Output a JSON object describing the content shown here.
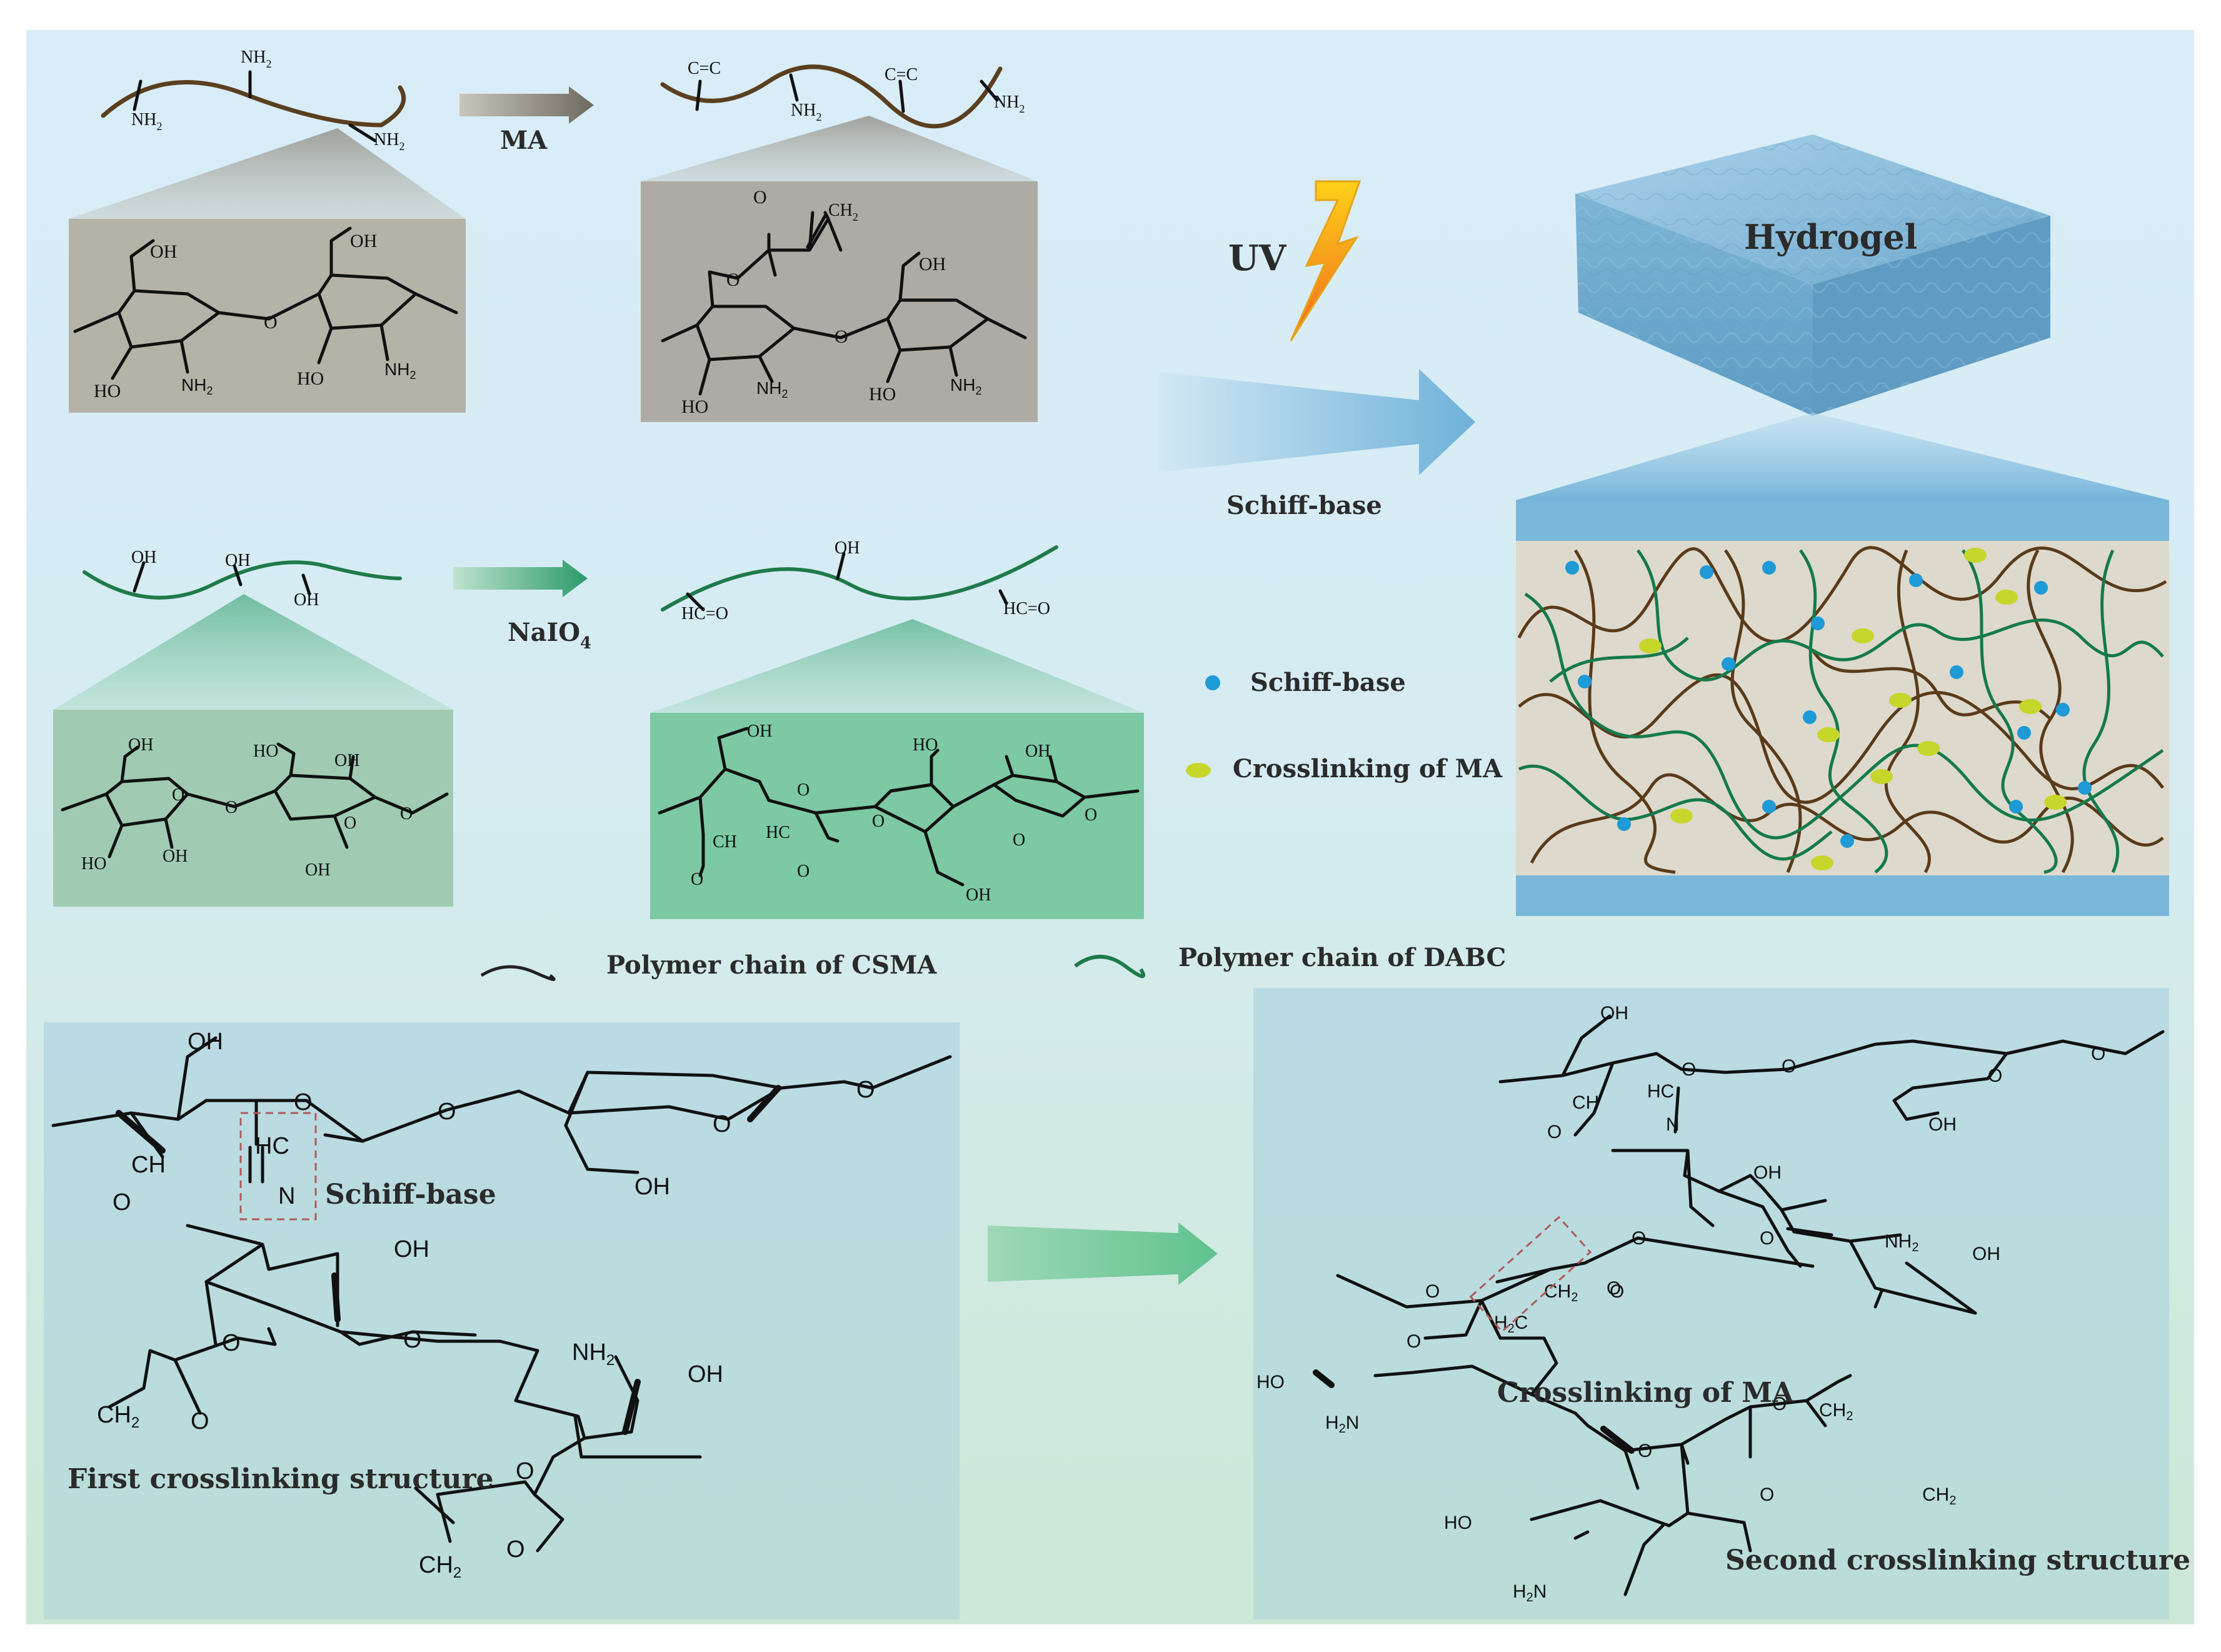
{
  "labels": {
    "ma_arrow": "MA",
    "naio4_arrow_main": "NaIO",
    "naio4_arrow_sub": "4",
    "uv": "UV",
    "schiff_base_arrow": "Schiff-base",
    "hydrogel": "Hydrogel",
    "legend_schiff": "Schiff-base",
    "legend_ma": "Crosslinking of MA",
    "chain_csma": "Polymer chain of CSMA",
    "chain_dabc": "Polymer chain of DABC",
    "schiff_box": "Schiff-base",
    "first_crosslink": "First crosslinking structure",
    "ma_crosslink": "Crosslinking of MA",
    "second_crosslink": "Second crosslinking structure"
  },
  "chem": {
    "nh2": "NH",
    "sub2": "2",
    "oh": "OH",
    "ho": "HO",
    "o": "O",
    "cc": "C=C",
    "ch2": "CH",
    "hco": "HC=O",
    "ch": "CH",
    "hc": "HC",
    "n": "N",
    "h2n": "H",
    "h2c": "H"
  },
  "colors": {
    "background_top": "#dbeefa",
    "background_bottom": "#cfe8dc",
    "schiff_dot": "#1e9ad6",
    "ma_dot": "#c7d62a",
    "chain_csma": "#5a3f1e",
    "chain_dabc": "#1f7a4a",
    "hydrogel": "#7fb7d8",
    "arrow_blue": "#8cc1de",
    "arrow_green": "#6cc597",
    "highlight_blue": "#1a6fb5"
  },
  "icons": [
    "uv-lightning-icon",
    "hydrogel-block-icon"
  ]
}
